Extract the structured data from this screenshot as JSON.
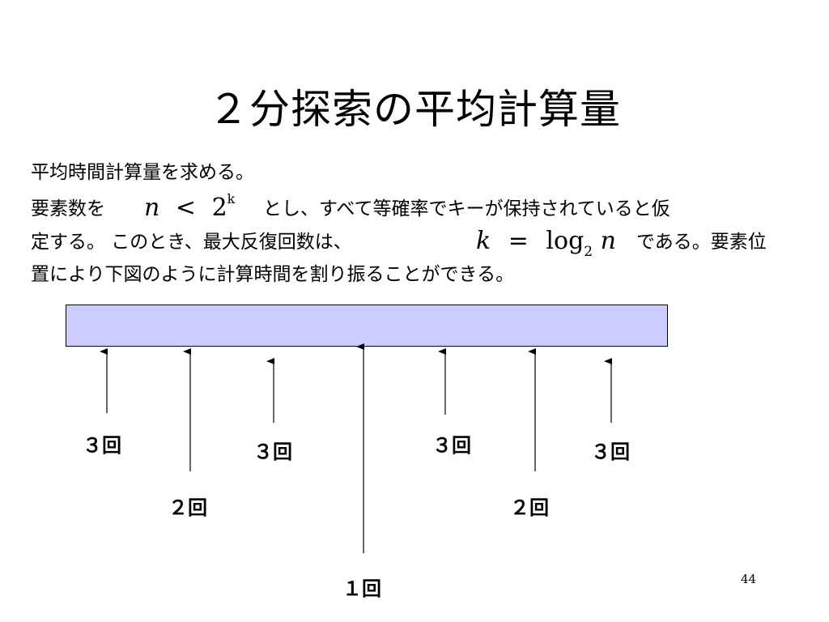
{
  "slide": {
    "title": "２分探索の平均計算量",
    "lines": {
      "line1": "平均時間計算量を求める。",
      "line2_start": "要素数を",
      "line2_end": "とし、すべて等確率でキーが保持されていると仮",
      "line3_start": "定する。 このとき、最大反復回数は、",
      "line3_end": "である。要素位",
      "line4": "置により下図のように計算時間を割り振ることができる。"
    },
    "math": {
      "n": "n",
      "lt": "<",
      "two": "2",
      "k_sup": "k",
      "k": "k",
      "eq": "=",
      "log": "log",
      "log_base": "2",
      "n2": "n"
    },
    "labels": {
      "l1": "３回",
      "l2": "２回",
      "l3": "３回",
      "l4": "１回",
      "l5": "３回",
      "l6": "２回",
      "l7": "３回"
    },
    "page_number": "44",
    "colors": {
      "array_fill": "#ccccff",
      "arrow": "#000000"
    }
  }
}
